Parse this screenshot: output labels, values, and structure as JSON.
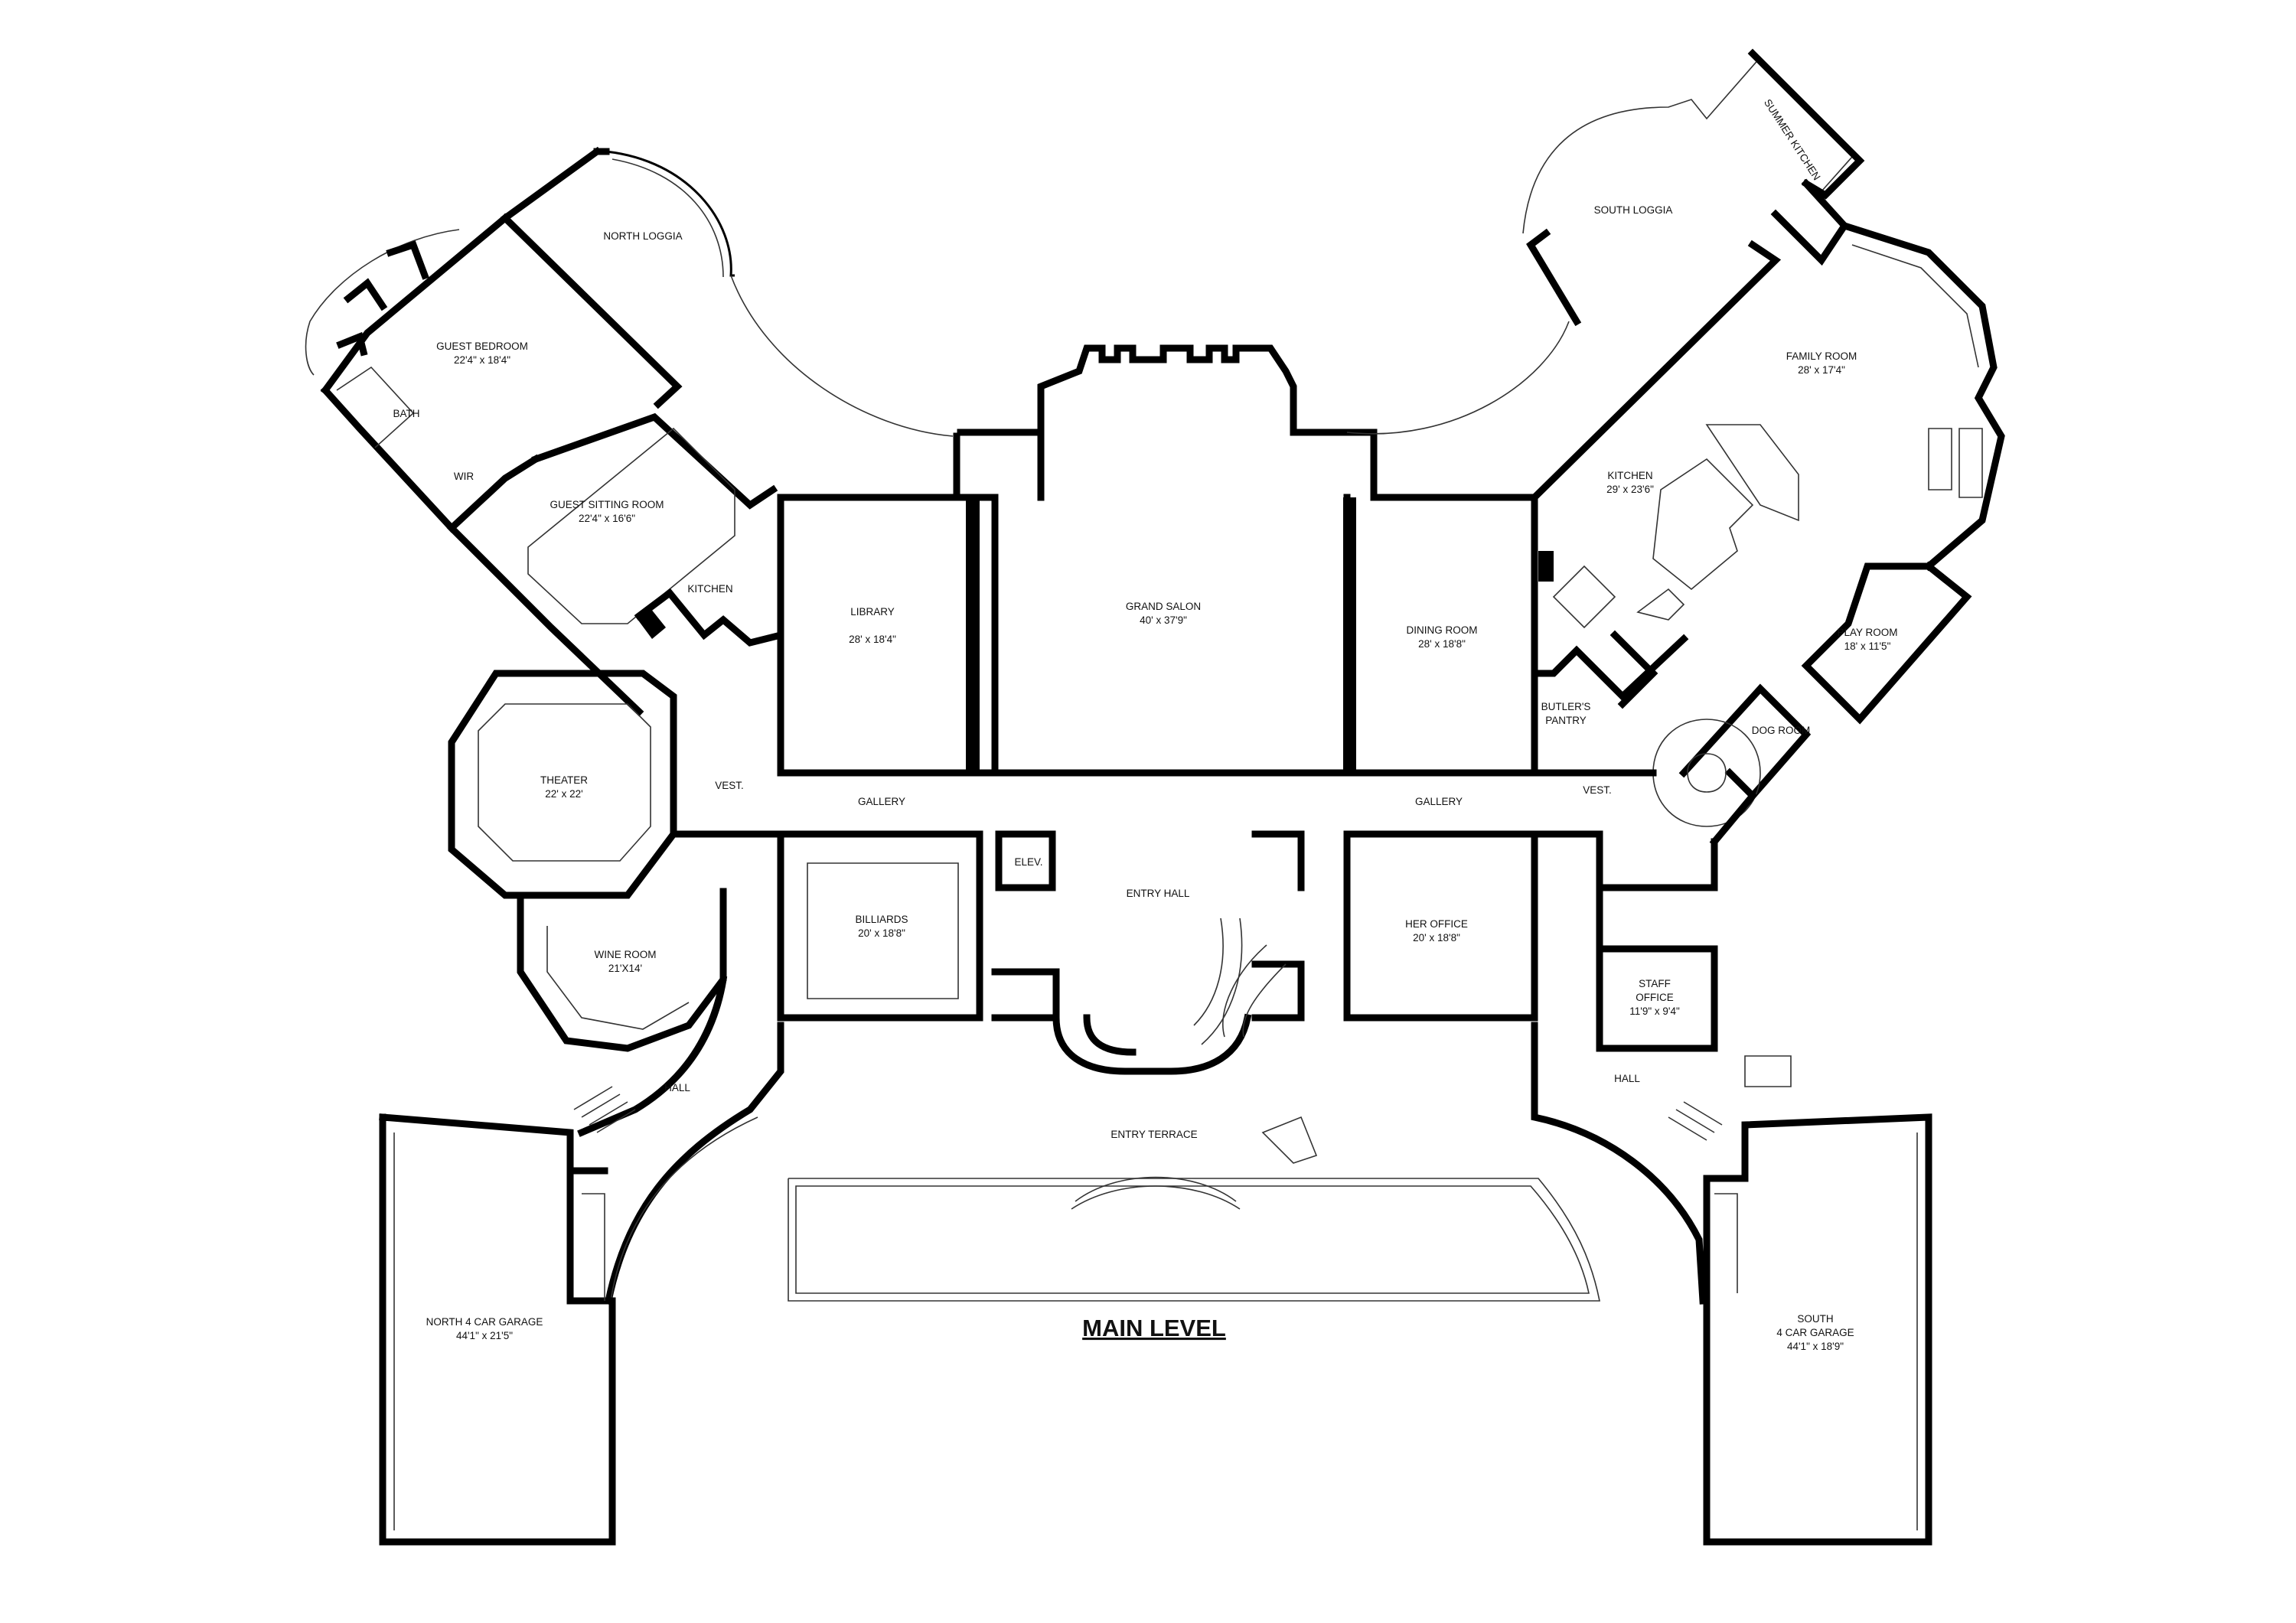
{
  "plan": {
    "title": "MAIN LEVEL",
    "rooms": [
      {
        "name": "NORTH LOGGIA",
        "dim": ""
      },
      {
        "name": "GUEST BEDROOM",
        "dim": "22'4\" x 18'4\""
      },
      {
        "name": "BATH",
        "dim": ""
      },
      {
        "name": "WIR",
        "dim": ""
      },
      {
        "name": "GUEST SITTING ROOM",
        "dim": "22'4\" x 16'6\""
      },
      {
        "name": "KITCHEN",
        "dim": ""
      },
      {
        "name": "LIBRARY",
        "dim": "28' x 18'4\""
      },
      {
        "name": "GRAND SALON",
        "dim": "40' x 37'9\""
      },
      {
        "name": "DINING ROOM",
        "dim": "28' x 18'8\""
      },
      {
        "name": "SOUTH LOGGIA",
        "dim": ""
      },
      {
        "name": "SUMMER KITCHEN",
        "dim": ""
      },
      {
        "name": "FAMILY ROOM",
        "dim": "28' x 17'4\""
      },
      {
        "name": "KITCHEN",
        "dim": "29' x 23'6\""
      },
      {
        "name": "PLAY ROOM",
        "dim": "18' x 11'5\""
      },
      {
        "name": "DOG ROOM",
        "dim": ""
      },
      {
        "name": "BUTLER'S",
        "dim": "PANTRY"
      },
      {
        "name": "THEATER",
        "dim": "22' x 22'"
      },
      {
        "name": "VEST.",
        "dim": ""
      },
      {
        "name": "GALLERY",
        "dim": ""
      },
      {
        "name": "GALLERY",
        "dim": ""
      },
      {
        "name": "VEST.",
        "dim": ""
      },
      {
        "name": "BILLIARDS",
        "dim": "20' x 18'8\""
      },
      {
        "name": "ELEV.",
        "dim": ""
      },
      {
        "name": "ENTRY HALL",
        "dim": ""
      },
      {
        "name": "HER OFFICE",
        "dim": "20' x 18'8\""
      },
      {
        "name": "STAFF",
        "dim": "OFFICE"
      },
      {
        "name": "11'9\" x 9'4\"",
        "dim": ""
      },
      {
        "name": "WINE ROOM",
        "dim": "21'X14'"
      },
      {
        "name": "HALL",
        "dim": ""
      },
      {
        "name": "HALL",
        "dim": ""
      },
      {
        "name": "ENTRY TERRACE",
        "dim": ""
      },
      {
        "name": "NORTH 4 CAR GARAGE",
        "dim": "44'1\" x 21'5\""
      },
      {
        "name": "SOUTH",
        "dim": "4 CAR GARAGE"
      },
      {
        "name": "44'1\" x 18'9\"",
        "dim": ""
      }
    ]
  },
  "colors": {
    "wall": "#000000",
    "background": "#ffffff",
    "text": "#111111"
  }
}
